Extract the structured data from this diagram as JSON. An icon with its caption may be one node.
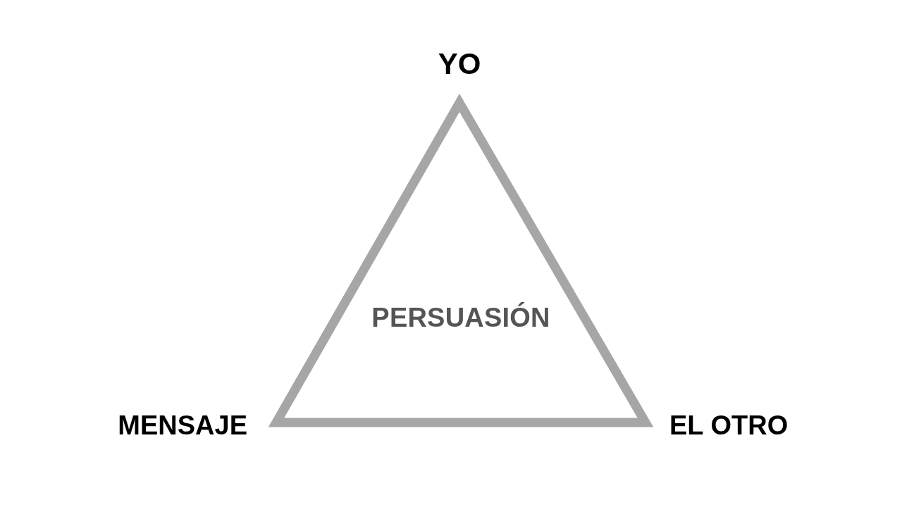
{
  "diagram": {
    "nodes": [
      {
        "text": [
          "PERSUASIÓN"
        ]
      }
    ],
    "labels": [
      "YO",
      "MENSAJE",
      "EL OTRO"
    ]
  }
}
